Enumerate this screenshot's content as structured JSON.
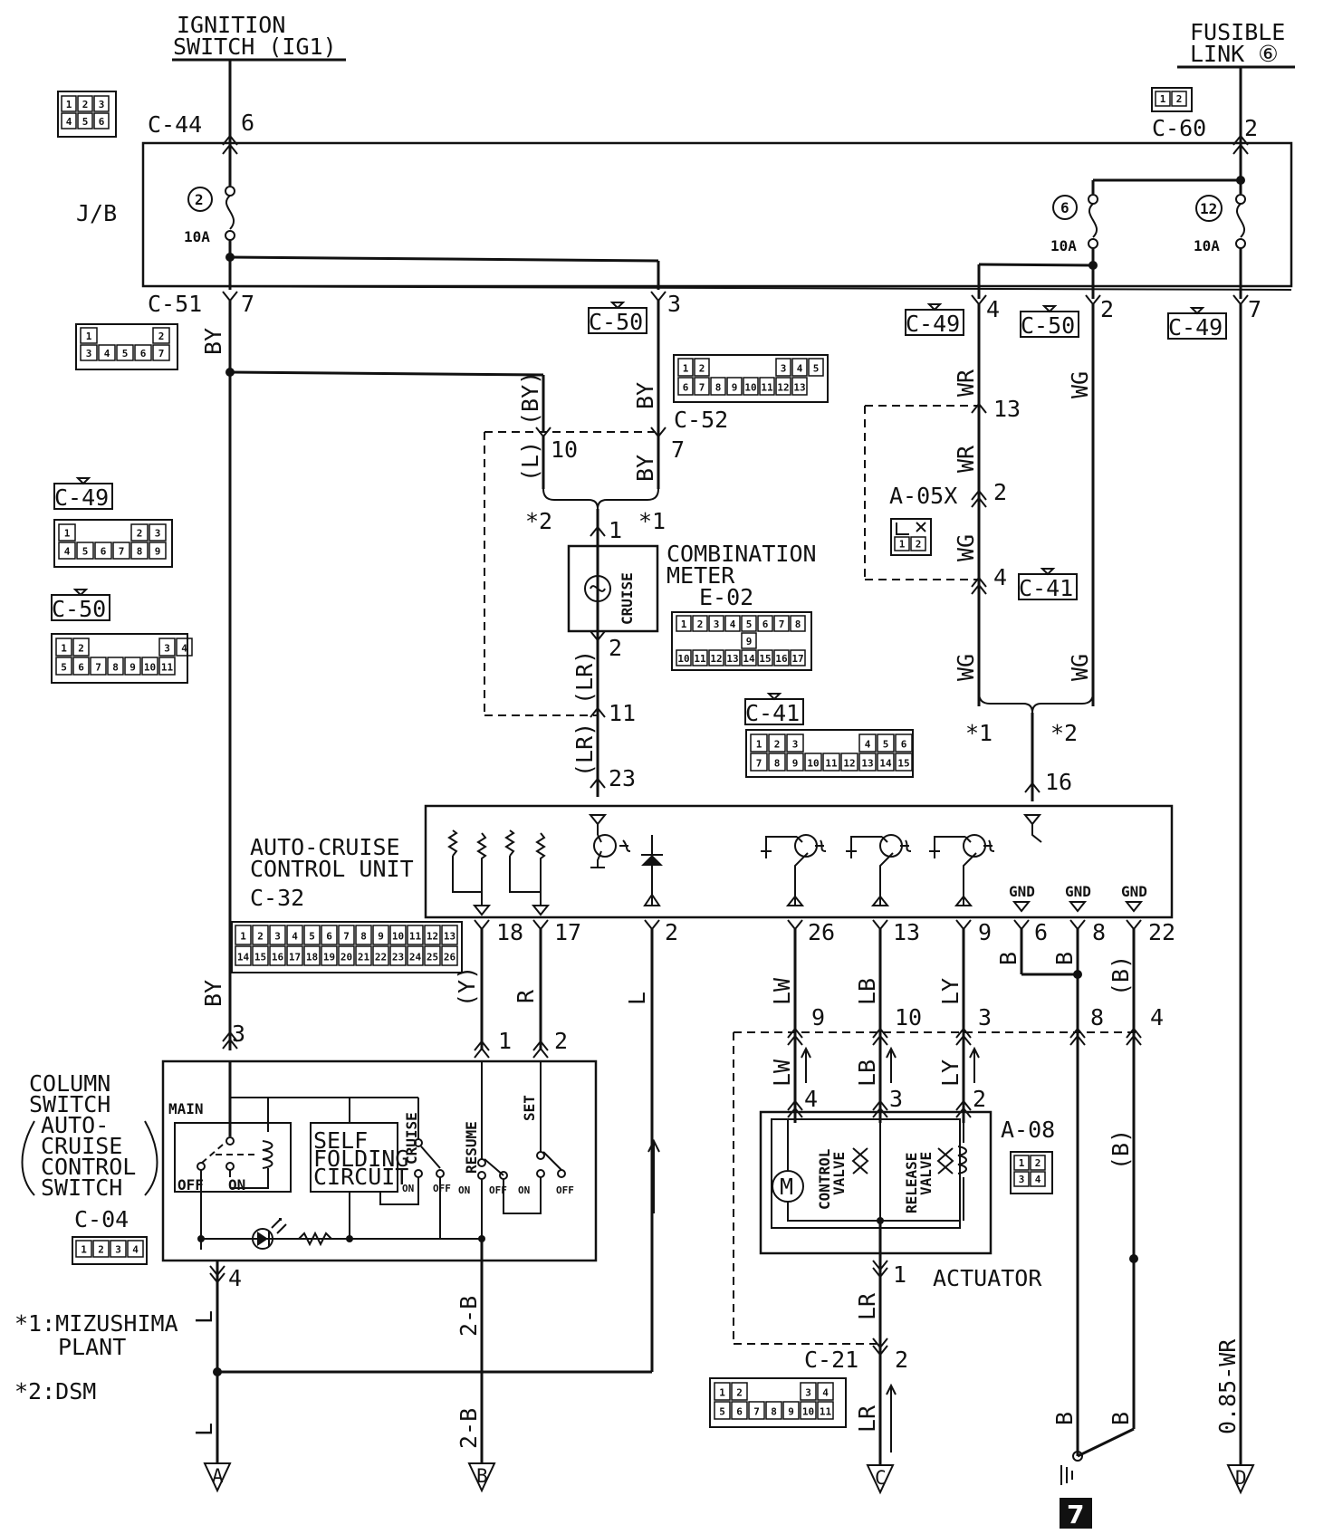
{
  "sources": {
    "ignition_switch": [
      "IGNITION",
      "SWITCH (IG1)"
    ],
    "fusible_link": [
      "FUSIBLE",
      "LINK ⑥"
    ]
  },
  "junction_block": {
    "label": "J/B",
    "fuse_left": {
      "number": "2",
      "rating": "10A"
    },
    "fuse_mid": {
      "number": "6",
      "rating": "10A"
    },
    "fuse_right": {
      "number": "12",
      "rating": "10A"
    }
  },
  "connectors": {
    "c44": "C-44",
    "c60": "C-60",
    "c51": "C-51",
    "c50": "C-50",
    "c49": "C-49",
    "c52": "C-52",
    "a05x": "A-05X",
    "c41": "C-41",
    "e02": "E-02",
    "c32": "C-32",
    "c04": "C-04",
    "a08": "A-08",
    "c21": "C-21"
  },
  "pins": {
    "p6": "6",
    "p2": "2",
    "p7": "7",
    "p3": "3",
    "p4": "4",
    "p10": "10",
    "p1": "1",
    "p11": "11",
    "p23": "23",
    "p13": "13",
    "p16": "16",
    "p18": "18",
    "p17": "17",
    "p26": "26",
    "p9": "9",
    "p8": "8",
    "p22": "22"
  },
  "wire_colors": {
    "BY": "BY",
    "BY_paren": "(BY)",
    "L_paren": "(L)",
    "LR_paren": "(LR)",
    "WR": "WR",
    "WG": "WG",
    "Y_paren": "(Y)",
    "R": "R",
    "L": "L",
    "LW": "LW",
    "LB": "LB",
    "LY": "LY",
    "B": "B",
    "B_paren": "(B)",
    "2B": "2-B",
    "LR": "LR",
    "wr085": "0.85-WR"
  },
  "components": {
    "combination_meter": [
      "COMBINATION",
      "METER"
    ],
    "cruise_lamp": "CRUISE",
    "auto_cruise_unit": [
      "AUTO-CRUISE",
      "CONTROL UNIT"
    ],
    "column_switch": [
      "COLUMN",
      "SWITCH",
      "AUTO-",
      "CRUISE",
      "CONTROL",
      "SWITCH"
    ],
    "main": "MAIN",
    "off": "OFF",
    "on": "ON",
    "self_folding": [
      "SELF",
      "FOLDING",
      "CIRCUIT"
    ],
    "cruise": "CRUISE",
    "resume": "RESUME",
    "set": "SET",
    "actuator": "ACTUATOR",
    "motor": "M",
    "control_valve": [
      "CONTROL",
      "VALVE"
    ],
    "release_valve": [
      "RELEASE",
      "VALVE"
    ],
    "gnd": "GND"
  },
  "notes": {
    "star1_mark": "*1",
    "star2_mark": "*2",
    "star1": "*1:MIZUSHIMA",
    "star1_b": "PLANT",
    "star2": "*2:DSM"
  },
  "terminals": {
    "a": "A",
    "b": "B",
    "c": "C",
    "d": "D"
  },
  "page_number": "7",
  "connector_faces": {
    "c44_rows": [
      [
        "1",
        "2",
        "3"
      ],
      [
        "4",
        "5",
        "6"
      ]
    ],
    "c60_rows": [
      [
        "1",
        "2"
      ]
    ],
    "c51_rows": [
      [
        "1",
        "",
        "",
        "",
        "2"
      ],
      [
        "3",
        "4",
        "5",
        "6",
        "7"
      ]
    ],
    "c52_rows": [
      [
        "1",
        "2",
        "",
        "",
        "",
        "",
        "3",
        "4",
        "5"
      ],
      [
        "6",
        "7",
        "8",
        "9",
        "10",
        "11",
        "12",
        "13"
      ]
    ],
    "c49_rows": [
      [
        "1",
        "",
        "",
        "",
        "2",
        "3"
      ],
      [
        "4",
        "5",
        "6",
        "7",
        "8",
        "9"
      ]
    ],
    "c50_rows": [
      [
        "1",
        "2",
        "",
        "",
        "",
        "",
        "3",
        "4"
      ],
      [
        "5",
        "6",
        "7",
        "8",
        "9",
        "10",
        "11"
      ]
    ],
    "e02_rows": [
      [
        "1",
        "2",
        "3",
        "4",
        "5",
        "6",
        "7",
        "8"
      ],
      [
        "",
        "",
        "",
        "",
        "9",
        "",
        "",
        ""
      ],
      [
        "10",
        "11",
        "12",
        "13",
        "14",
        "15",
        "16",
        "17"
      ]
    ],
    "c41_rows": [
      [
        "1",
        "2",
        "3",
        "",
        "",
        "",
        "4",
        "5",
        "6"
      ],
      [
        "7",
        "8",
        "9",
        "10",
        "11",
        "12",
        "13",
        "14",
        "15"
      ]
    ],
    "c32_rows": [
      [
        "1",
        "2",
        "3",
        "4",
        "5",
        "6",
        "7",
        "8",
        "9",
        "10",
        "11",
        "12",
        "13"
      ],
      [
        "14",
        "15",
        "16",
        "17",
        "18",
        "19",
        "20",
        "21",
        "22",
        "23",
        "24",
        "25",
        "26"
      ]
    ],
    "a05x_rows": [
      [
        "1",
        "2"
      ]
    ],
    "c04_rows": [
      [
        "1",
        "2",
        "3",
        "4"
      ]
    ],
    "a08_rows": [
      [
        "1",
        "2"
      ],
      [
        "3",
        "4"
      ]
    ],
    "c21_rows": [
      [
        "1",
        "2",
        "",
        "",
        "",
        "3",
        "4"
      ],
      [
        "5",
        "6",
        "7",
        "8",
        "9",
        "10",
        "11"
      ]
    ]
  }
}
